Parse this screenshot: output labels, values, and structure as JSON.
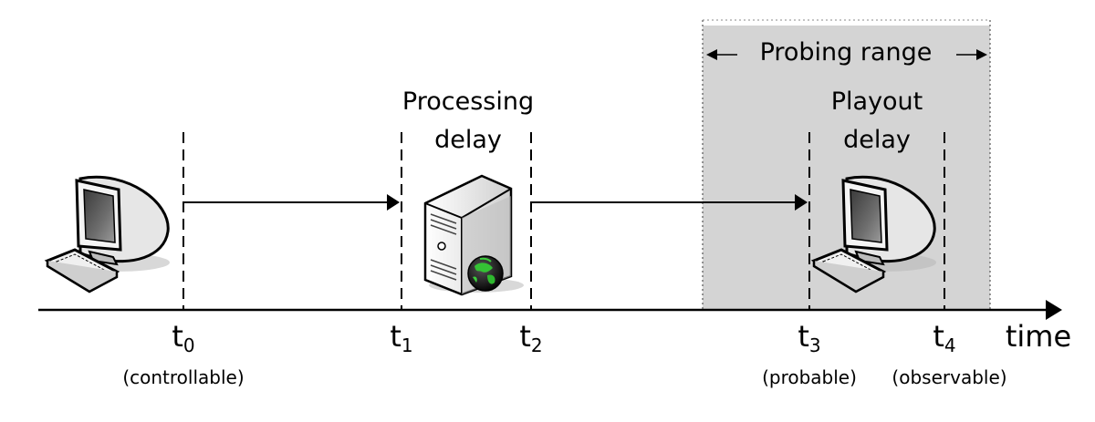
{
  "probing_range": {
    "label": "Probing range",
    "fill_color": "#d4d4d4"
  },
  "delays": {
    "processing": [
      "Processing",
      "delay"
    ],
    "playout": [
      "Playout",
      "delay"
    ]
  },
  "axis": {
    "label": "time"
  },
  "ticks": [
    {
      "symbol": "t",
      "sub": "0",
      "note": "(controllable)"
    },
    {
      "symbol": "t",
      "sub": "1",
      "note": ""
    },
    {
      "symbol": "t",
      "sub": "2",
      "note": ""
    },
    {
      "symbol": "t",
      "sub": "3",
      "note": "(probable)"
    },
    {
      "symbol": "t",
      "sub": "4",
      "note": "(observable)"
    }
  ],
  "icons": {
    "client": "desktop-computer-icon",
    "server": "server-tower-icon",
    "globe": "globe-icon",
    "receiver": "desktop-computer-icon"
  }
}
